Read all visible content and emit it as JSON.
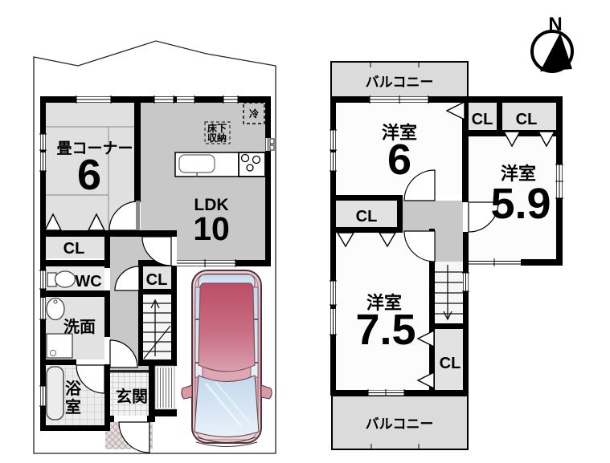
{
  "compass": {
    "north": "N"
  },
  "colors": {
    "wall": "#000000",
    "floor_gray": "#c8c8c8",
    "room_light": "#e2e2e2",
    "balcony": "#dbdbdb",
    "car_body": "#e6bcc2",
    "car_roof": "#c86c81",
    "car_glass": "#cfe1f0"
  },
  "floor1": {
    "tatami_corner": {
      "name": "畳コーナー",
      "size": "6"
    },
    "ldk": {
      "name": "LDK",
      "size": "10"
    },
    "underfloor_storage": {
      "line1": "床下",
      "line2": "収納"
    },
    "refrigerator": "冷",
    "closet": "CL",
    "toilet": "WC",
    "hall_closet": "CL",
    "washroom": "洗面",
    "bathroom": {
      "char1": "浴",
      "char2": "室"
    },
    "entrance": "玄関"
  },
  "floor2": {
    "balcony_top": "バルコニー",
    "room_a": {
      "name": "洋室",
      "size": "6"
    },
    "closet_a": "CL",
    "closet_b": "CL",
    "room_b": {
      "name": "洋室",
      "size": "5.9"
    },
    "closet_c": "CL",
    "room_c": {
      "name": "洋室",
      "size": "7.5"
    },
    "closet_d": "CL",
    "balcony_bottom": "バルコニー"
  }
}
